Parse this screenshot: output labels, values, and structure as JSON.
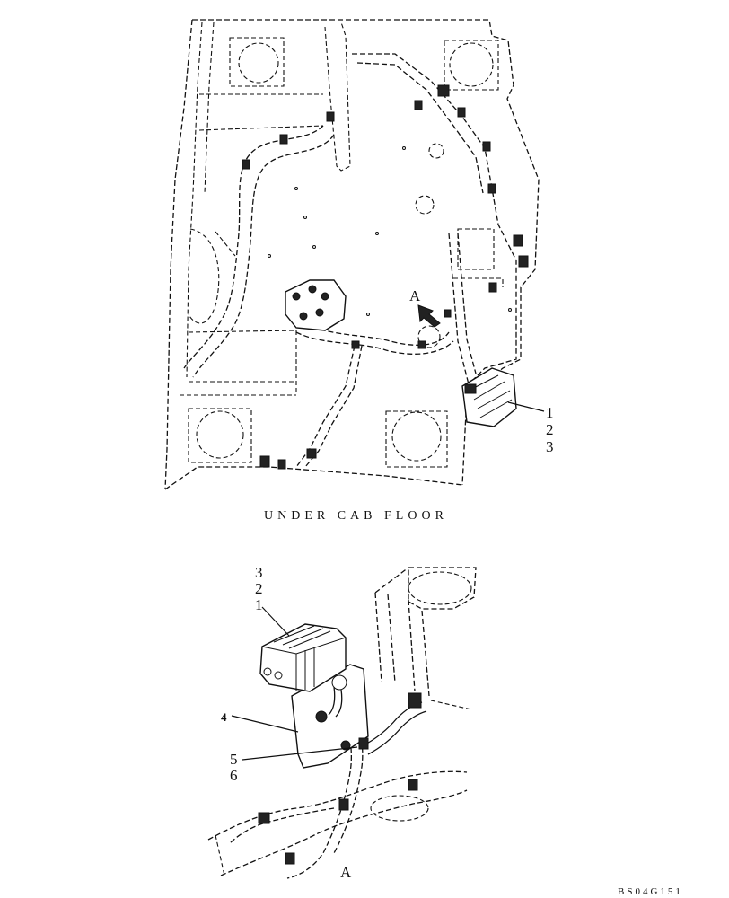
{
  "top_view": {
    "caption": "UNDER CAB FLOOR",
    "view_marker": "A",
    "callouts": [
      "1",
      "2",
      "3"
    ]
  },
  "detail_view": {
    "callouts_top": [
      "3",
      "2",
      "1"
    ],
    "callout_left": "4",
    "callouts_bottom": [
      "5",
      "6"
    ],
    "view_label": "A"
  },
  "reference_code": "BS04G151"
}
